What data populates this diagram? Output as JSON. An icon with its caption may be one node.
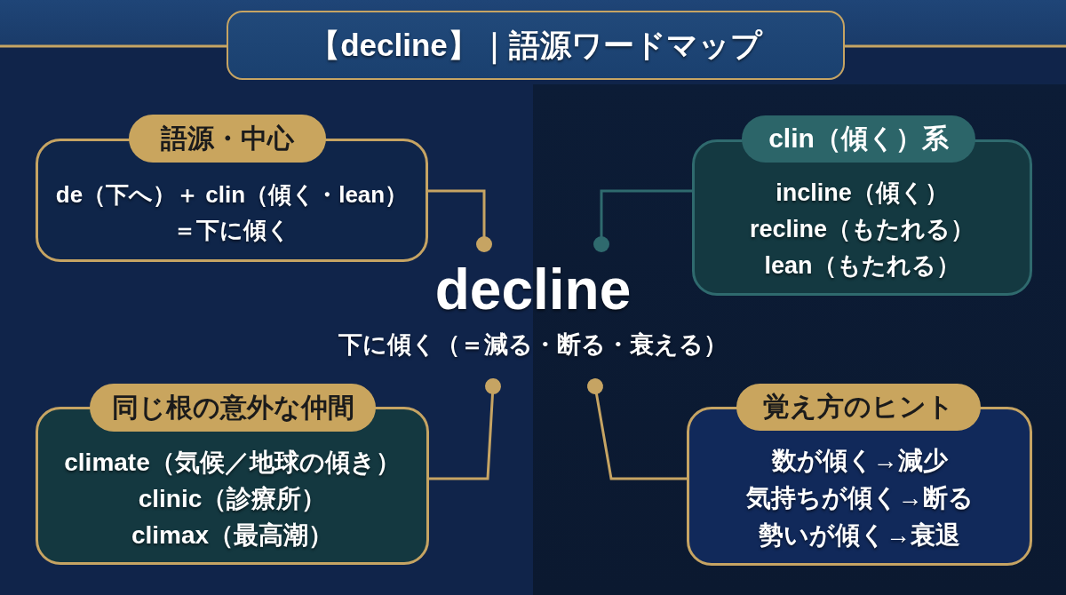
{
  "diagram": {
    "title": "【decline】｜語源ワードマップ",
    "nodes": [
      {
        "text": [
          "語源・中心",
          "de（下へ）＋ clin（傾く・lean）",
          "＝下に傾く"
        ]
      },
      {
        "text": [
          "clin（傾く）系",
          "incline（傾く）",
          "recline（もたれる）",
          "lean（もたれる）"
        ]
      },
      {
        "text": [
          "decline",
          "下に傾く（＝減る・断る・衰える）"
        ]
      },
      {
        "text": [
          "同じ根の意外な仲間",
          "climate（気候／地球の傾き）",
          "clinic（診療所）",
          "climax（最高潮）"
        ]
      },
      {
        "text": [
          "覚え方のヒント",
          "数が傾く→減少",
          "気持ちが傾く→断る",
          "勢いが傾く→衰退"
        ]
      }
    ],
    "edges": [
      {
        "from": 0,
        "to": 2,
        "arrow": "other"
      },
      {
        "from": 1,
        "to": 2,
        "arrow": "other",
        "color": "#2f6a6e"
      },
      {
        "from": 3,
        "to": 2,
        "arrow": "other"
      },
      {
        "from": 4,
        "to": 2,
        "arrow": "other"
      }
    ]
  }
}
